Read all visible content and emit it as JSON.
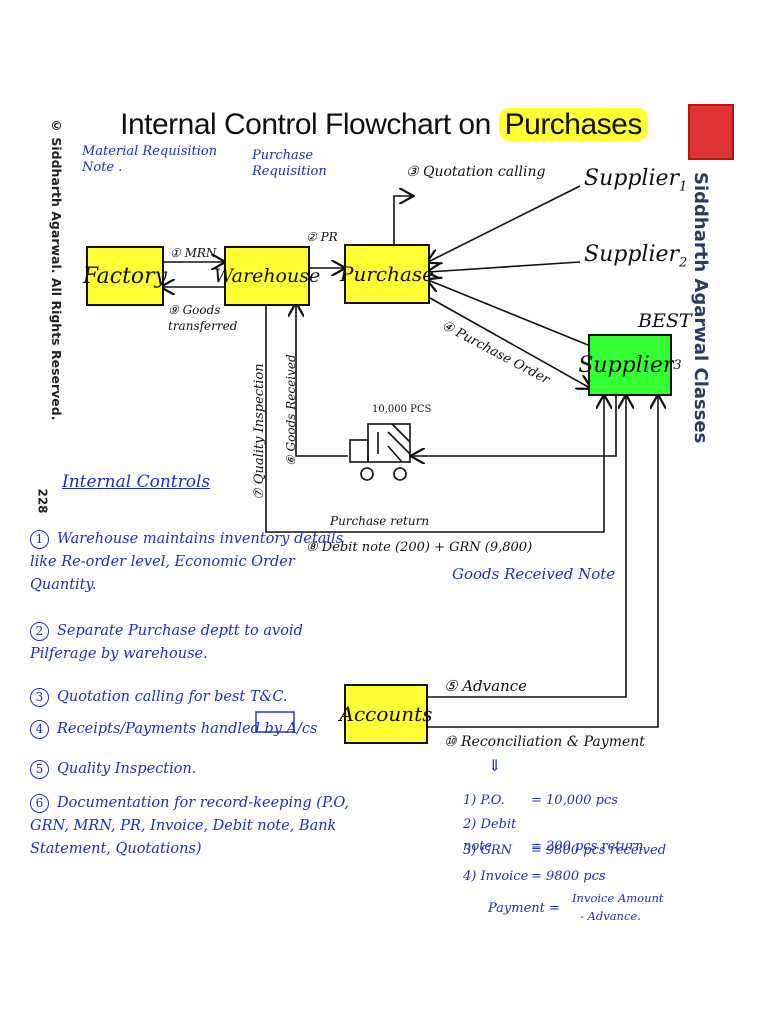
{
  "title": {
    "prefix": "Internal Control Flowchart on ",
    "highlight": "Purchases"
  },
  "copyright": "© Siddharth Agarwal. All Rights Reserved.",
  "page_number": "228",
  "brand": "Siddharth Agarwal Classes",
  "top_notes": {
    "mrn_note": "Material Requisition Note .",
    "pr_note": "Purchase Requisition"
  },
  "boxes": {
    "factory": "Factory",
    "warehouse": "Warehouse",
    "purchase": "Purchase",
    "supplier3": "Supplier",
    "supplier3_sub": "3",
    "accounts": "Accounts"
  },
  "suppliers": {
    "s1": "Supplier",
    "s1_sub": "1",
    "s2": "Supplier",
    "s2_sub": "2",
    "best": "BEST"
  },
  "arrows": {
    "mrn": "① MRN",
    "goods_transferred": "⑨ Goods transferred",
    "pr": "② PR",
    "quotation": "③ Quotation calling",
    "purchase_order": "④ Purchase Order",
    "quality_inspection": "⑦ Quality Inspection",
    "goods_received": "⑥ Goods Received",
    "truck_qty": "10,000 PCS",
    "purchase_return": "Purchase return",
    "debit_note": "⑧ Debit note (200) + GRN (9,800)",
    "grn_full": "Goods Received Note",
    "advance": "⑤ Advance",
    "reconciliation": "⑩ Reconciliation & Payment",
    "down": "⇓"
  },
  "internal_controls": {
    "heading": "Internal Controls",
    "items": [
      {
        "num": "1",
        "text": "Warehouse maintains inventory details like Re-order level, Economic Order Quantity."
      },
      {
        "num": "2",
        "text": "Separate Purchase deptt to avoid Pilferage by warehouse."
      },
      {
        "num": "3",
        "text": "Quotation calling for best T&C."
      },
      {
        "num": "4",
        "text": "Receipts/Payments handled by A/cs"
      },
      {
        "num": "5",
        "text": "Quality Inspection."
      },
      {
        "num": "6",
        "text": "Documentation for record-keeping (P.O, GRN, MRN, PR, Invoice, Debit note, Bank Statement, Quotations)"
      }
    ]
  },
  "reconciliation": {
    "rows": [
      {
        "key": "1) P.O.",
        "value": "= 10,000 pcs"
      },
      {
        "key": "2) Debit note",
        "value": "= 200 pcs return"
      },
      {
        "key": "3) GRN",
        "value": "= 9800 pcs received"
      },
      {
        "key": "4) Invoice",
        "value": "= 9800 pcs"
      }
    ],
    "payment_label": "Payment =",
    "payment_line1": "Invoice Amount",
    "payment_line2": "- Advance."
  }
}
